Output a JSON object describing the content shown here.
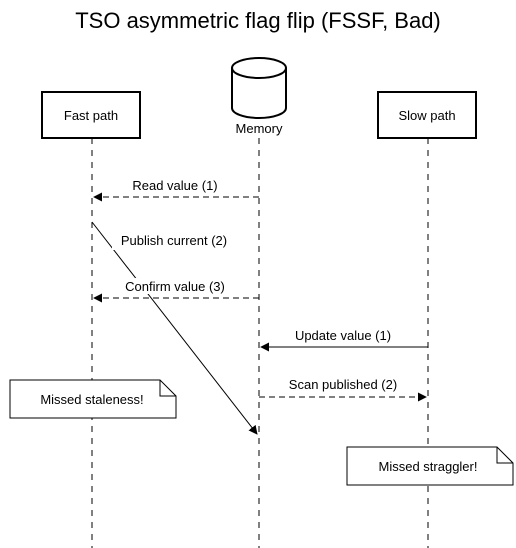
{
  "title": "TSO asymmetric flag flip (FSSF, Bad)",
  "participants": {
    "fast_path": "Fast path",
    "memory": "Memory",
    "slow_path": "Slow path"
  },
  "messages": {
    "read_value": "Read value (1)",
    "publish_current": "Publish current (2)",
    "confirm_value": "Confirm value (3)",
    "update_value": "Update value (1)",
    "scan_published": "Scan published (2)"
  },
  "notes": {
    "missed_staleness": "Missed staleness!",
    "missed_straggler": "Missed straggler!"
  },
  "colors": {
    "line": "#000000",
    "background": "#ffffff",
    "note_fill": "#ffffff"
  },
  "icons": {
    "memory": "database-cylinder-icon"
  }
}
